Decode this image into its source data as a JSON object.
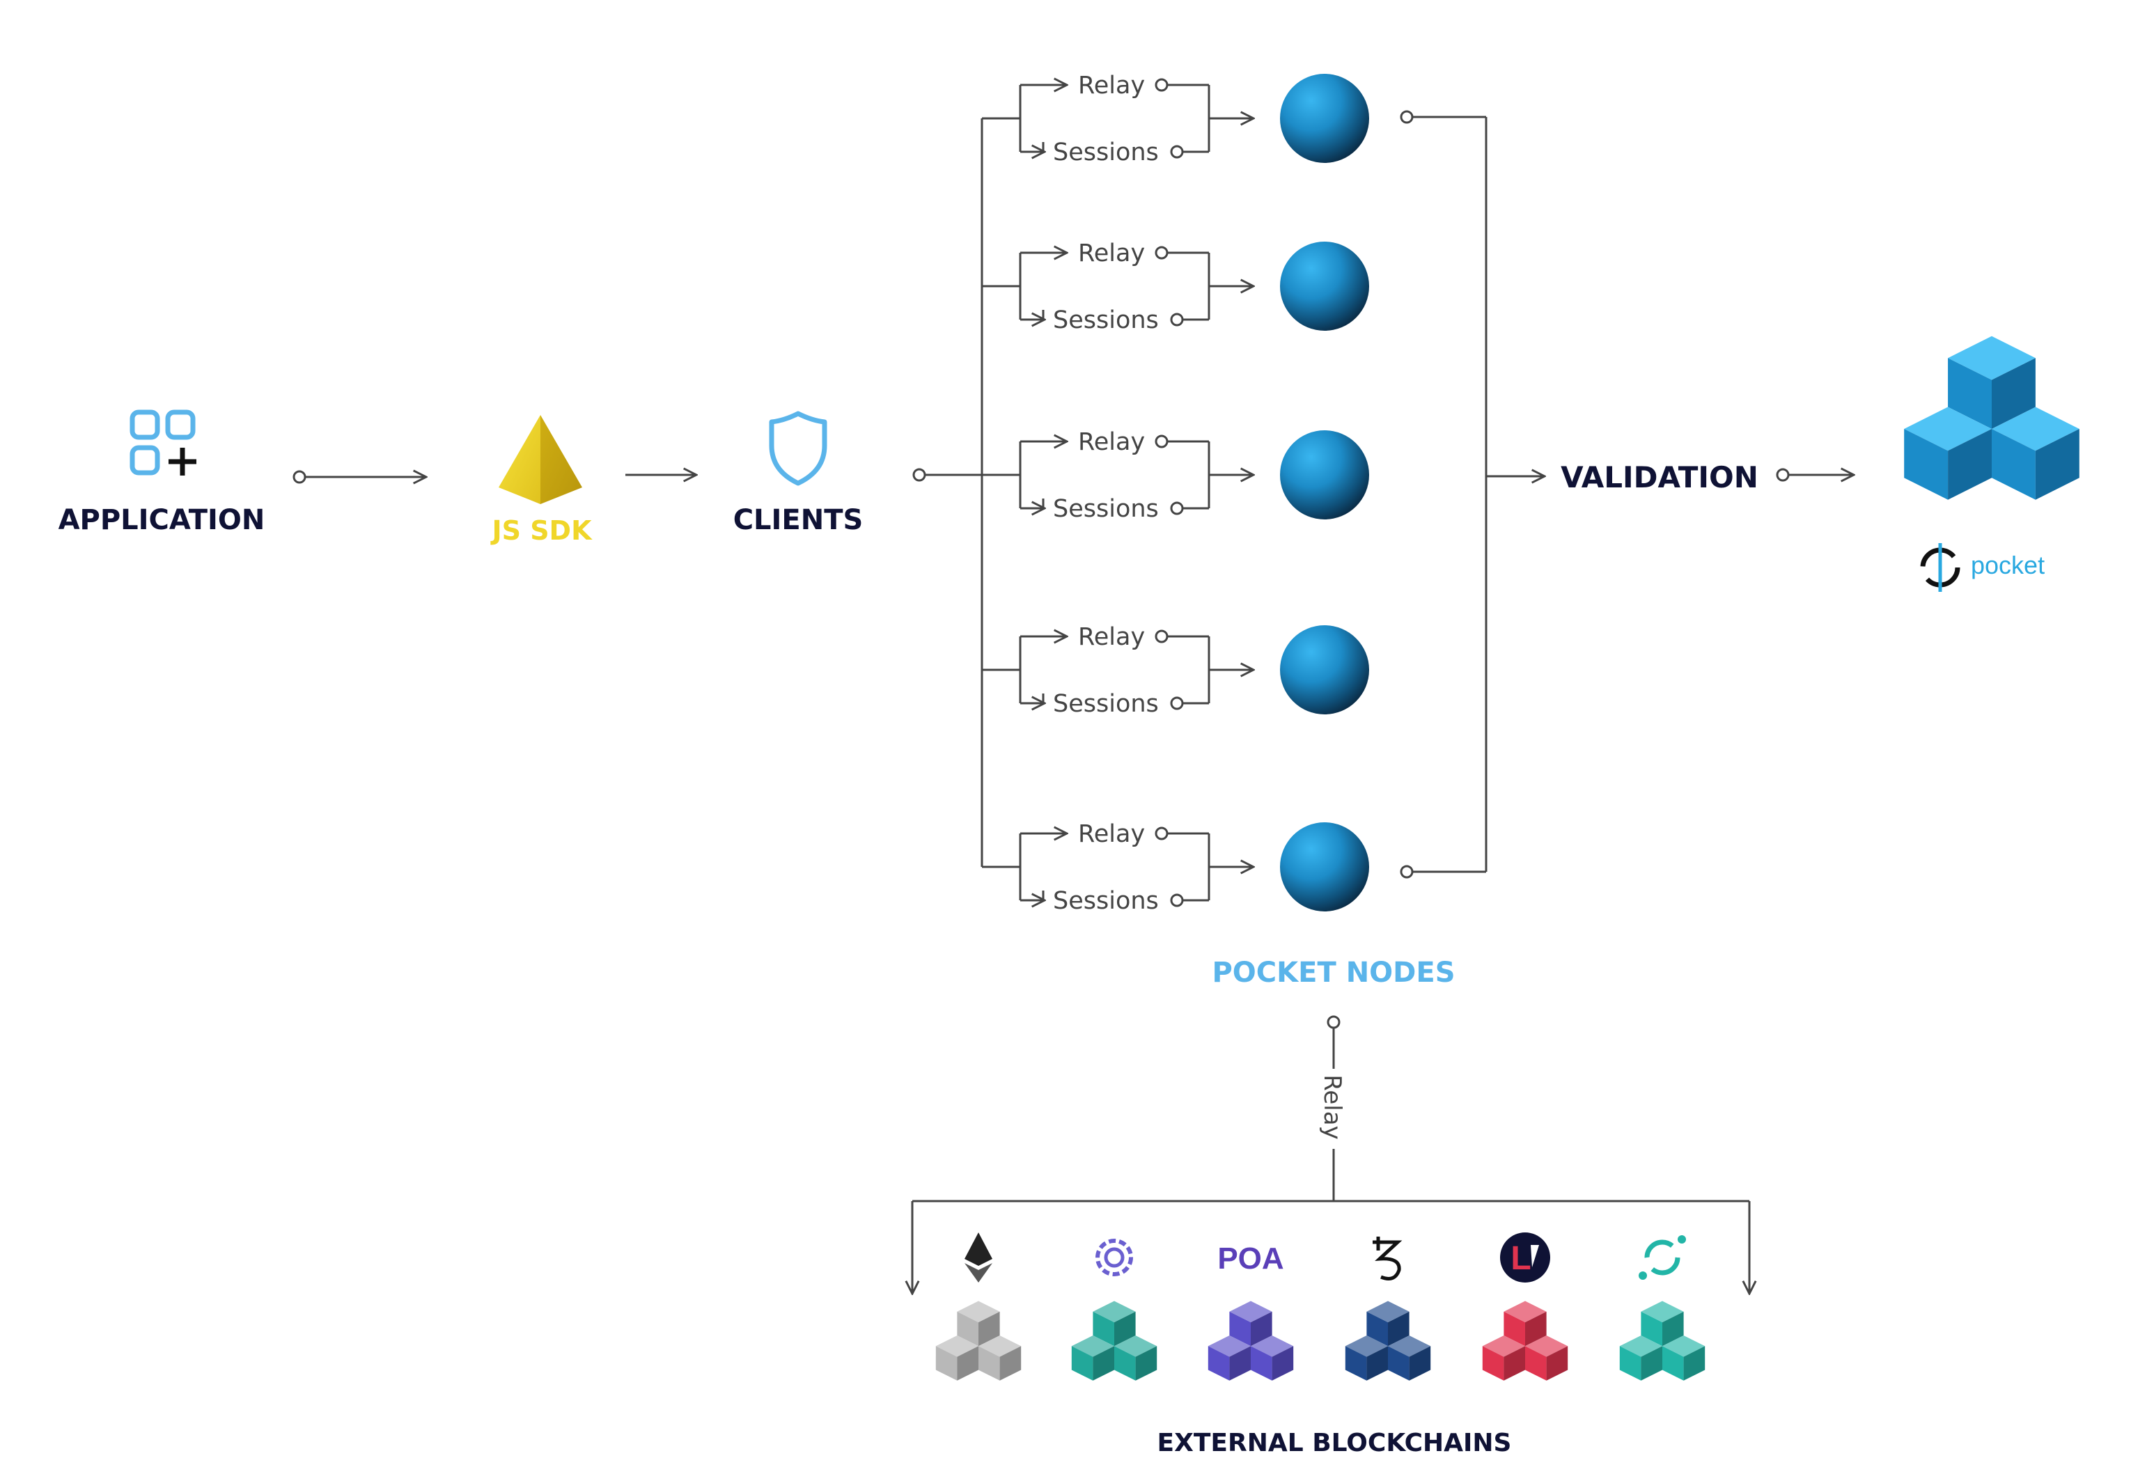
{
  "stages": {
    "application": "APPLICATION",
    "js_sdk": "JS SDK",
    "clients": "CLIENTS",
    "validation": "VALIDATION",
    "pocket_nodes": "POCKET NODES",
    "external_blockchains": "EXTERNAL BLOCKCHAINS"
  },
  "branches": [
    {
      "relay": "Relay",
      "sessions": "Sessions"
    },
    {
      "relay": "Relay",
      "sessions": "Sessions"
    },
    {
      "relay": "Relay",
      "sessions": "Sessions"
    },
    {
      "relay": "Relay",
      "sessions": "Sessions"
    },
    {
      "relay": "Relay",
      "sessions": "Sessions"
    }
  ],
  "relay_link_label": "Relay",
  "brand": {
    "logo_text": "pocket",
    "accent": "#29a8e0",
    "label_dark": "#0f1235",
    "sdk_yellow": "#f0d62a",
    "nodes_blue": "#5ab4ea"
  },
  "icons": {
    "application": "app-add-icon",
    "js_sdk": "pyramid-icon",
    "clients": "shield-icon",
    "validation_target": "pocket-cubes-icon"
  },
  "blockchains": [
    {
      "name": "ethereum",
      "icon": "ethereum-icon",
      "color": "#b8b8b8"
    },
    {
      "name": "aion",
      "icon": "aion-ring-icon",
      "color": "#22a89a"
    },
    {
      "name": "poa",
      "icon": "poa-icon",
      "label": "POA",
      "color": "#5a4fc8"
    },
    {
      "name": "tezos",
      "icon": "tezos-icon",
      "color": "#1f4a8c"
    },
    {
      "name": "lto",
      "icon": "lto-icon",
      "label": "L",
      "color": "#e0344f"
    },
    {
      "name": "icon",
      "icon": "icx-icon",
      "color": "#22b5a7"
    }
  ]
}
